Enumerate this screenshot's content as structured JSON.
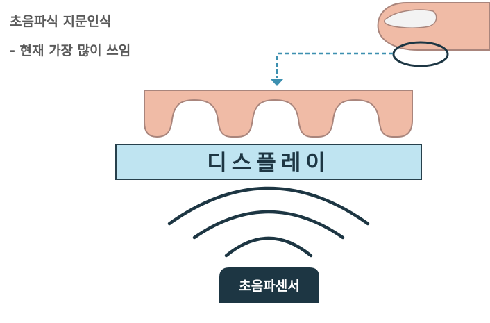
{
  "title": "초음파식 지문인식",
  "subtitle": "- 현재 가장 많이 쓰임",
  "display_label": "디스플레이",
  "sensor_label": "초음파센서",
  "colors": {
    "skin": "#f0bba6",
    "skin_outline": "#a9857c",
    "nail": "#f3f3f3",
    "display_fill": "#bfe4f1",
    "display_outline": "#27404c",
    "navy": "#1d3643",
    "dashed_arrow": "#3d90b0",
    "text": "#5a5a5a",
    "sensor_text": "#ffffff"
  },
  "icons": {
    "finger": "fingertip-icon",
    "ridge": "fingerprint-ridge-icon",
    "arrow": "dashed-arrow-icon",
    "waves": "ultrasonic-wave-icon"
  }
}
